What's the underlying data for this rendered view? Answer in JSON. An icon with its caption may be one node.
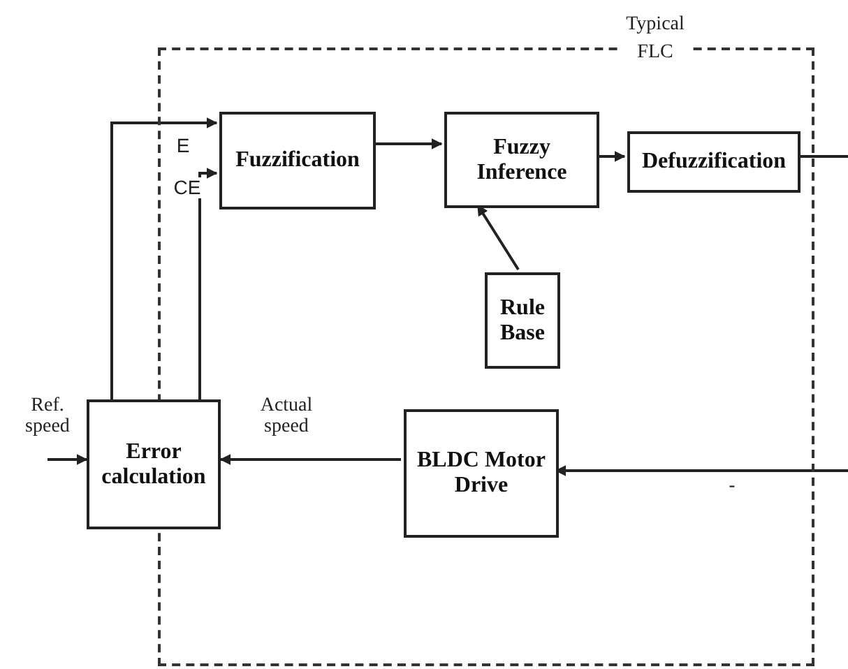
{
  "diagram": {
    "nodes": [
      {
        "text": [
          "Typical FLC"
        ]
      },
      {
        "text": [
          "Fuzzification"
        ],
        "in": 0
      },
      {
        "text": [
          "Fuzzy Inference"
        ],
        "in": 0
      },
      {
        "text": [
          "Defuzzification"
        ],
        "in": 0
      },
      {
        "text": [
          "Rule Base"
        ],
        "in": 0
      },
      {
        "text": [
          "Error calculation"
        ]
      },
      {
        "text": [
          "BLDC Motor Drive"
        ],
        "in": 0
      }
    ],
    "edges": [
      {
        "from": 5,
        "to": 1,
        "arrow": "to",
        "label": "E"
      },
      {
        "from": 5,
        "to": 1,
        "arrow": "to",
        "label": "CE"
      },
      {
        "from": 1,
        "to": 2,
        "arrow": "to"
      },
      {
        "from": 2,
        "to": 3,
        "arrow": "to"
      },
      {
        "from": 4,
        "to": 2,
        "arrow": "to"
      },
      {
        "from": 3,
        "to": null,
        "arrow": "none"
      },
      {
        "from": null,
        "to": 6,
        "arrow": "to",
        "label": "-"
      },
      {
        "from": 6,
        "to": 5,
        "arrow": "to",
        "label": "Actual speed"
      },
      {
        "from": null,
        "to": 5,
        "arrow": "to",
        "label": "Ref. speed"
      }
    ]
  }
}
